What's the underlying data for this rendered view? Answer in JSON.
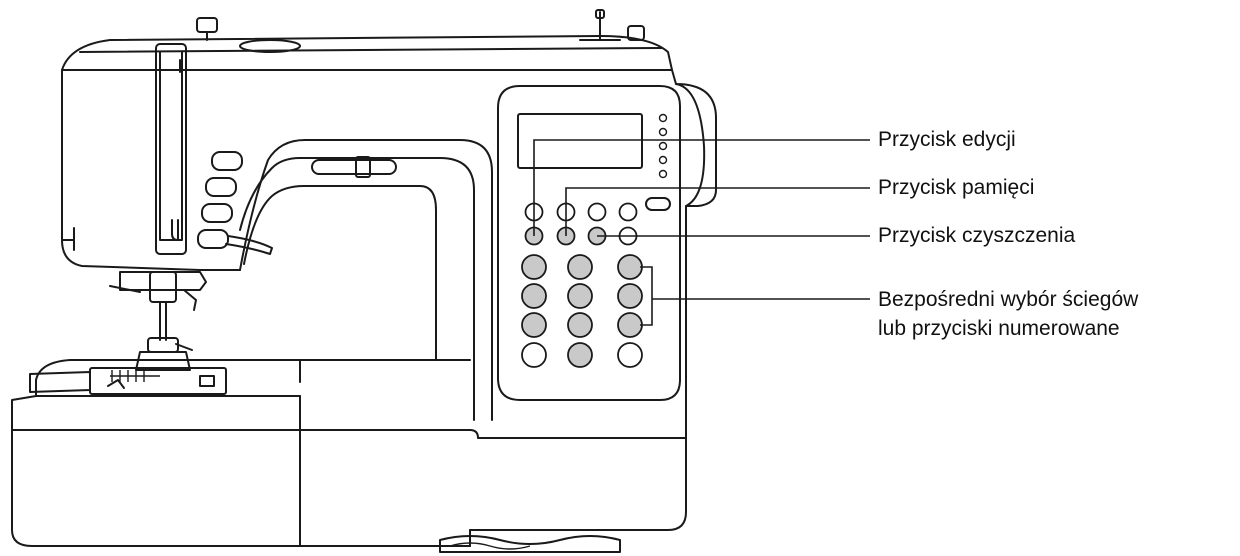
{
  "callouts": {
    "edit": "Przycisk edycji",
    "memory": "Przycisk pamięci",
    "clear": "Przycisk czyszczenia",
    "direct_line1": "Bezpośredni wybór ściegów",
    "direct_line2": "lub przyciski numerowane"
  },
  "colors": {
    "line": "#1a1a1a",
    "highlighted_button": "#c9c9c9",
    "background": "#ffffff"
  }
}
